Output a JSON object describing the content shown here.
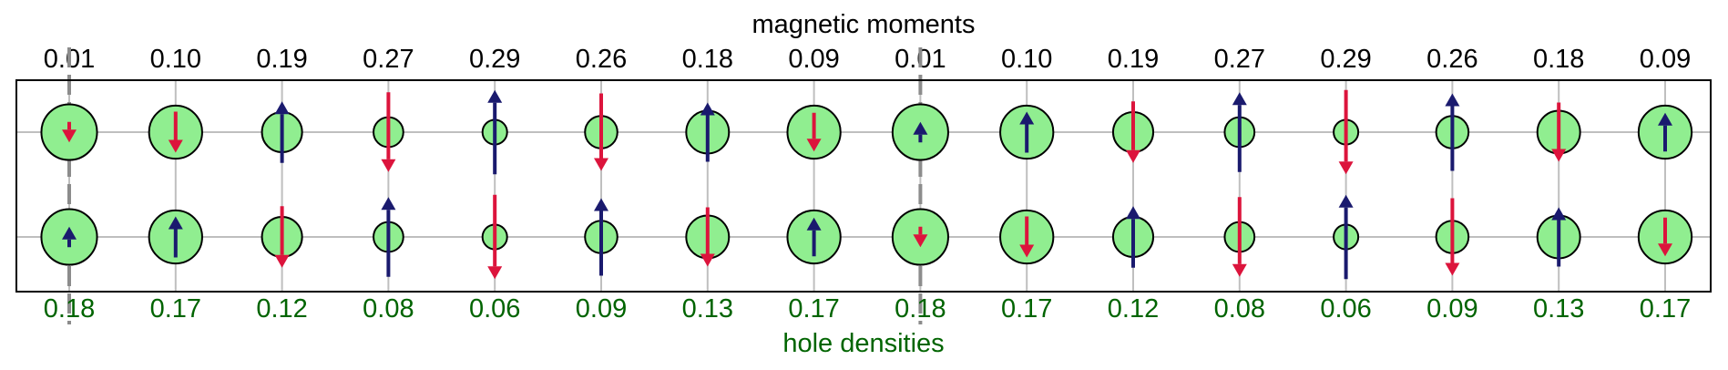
{
  "title_top": "magnetic moments",
  "title_bottom": "hole densities",
  "colors": {
    "site_fill": "#90ee90",
    "spin_up": "#1a1a6e",
    "spin_down": "#dc143c",
    "hole_text": "#006400",
    "grid": "#bfbfbf",
    "stripe": "#8c8c8c",
    "frame": "#000000"
  },
  "magnetic_moments": [
    "0.01",
    "0.10",
    "0.19",
    "0.27",
    "0.29",
    "0.26",
    "0.18",
    "0.09",
    "0.01",
    "0.10",
    "0.19",
    "0.27",
    "0.29",
    "0.26",
    "0.18",
    "0.09"
  ],
  "hole_densities": [
    "0.18",
    "0.17",
    "0.12",
    "0.08",
    "0.06",
    "0.09",
    "0.13",
    "0.17",
    "0.18",
    "0.17",
    "0.12",
    "0.08",
    "0.06",
    "0.09",
    "0.13",
    "0.17"
  ],
  "rows": [
    {
      "spins": [
        "down",
        "down",
        "up",
        "down",
        "up",
        "down",
        "up",
        "down",
        "up",
        "up",
        "down",
        "up",
        "down",
        "up",
        "down",
        "up"
      ],
      "moment": [
        0.01,
        0.1,
        0.19,
        0.27,
        0.29,
        0.26,
        0.18,
        0.09,
        0.01,
        0.1,
        0.19,
        0.27,
        0.29,
        0.26,
        0.18,
        0.09
      ],
      "hole": [
        0.18,
        0.17,
        0.12,
        0.08,
        0.06,
        0.09,
        0.13,
        0.17,
        0.18,
        0.17,
        0.12,
        0.08,
        0.06,
        0.09,
        0.13,
        0.17
      ]
    },
    {
      "spins": [
        "up",
        "up",
        "down",
        "up",
        "down",
        "up",
        "down",
        "up",
        "down",
        "down",
        "up",
        "down",
        "up",
        "down",
        "up",
        "down"
      ],
      "moment": [
        0.01,
        0.1,
        0.19,
        0.27,
        0.29,
        0.26,
        0.18,
        0.09,
        0.01,
        0.1,
        0.19,
        0.27,
        0.29,
        0.26,
        0.18,
        0.09
      ],
      "hole": [
        0.18,
        0.17,
        0.12,
        0.08,
        0.06,
        0.09,
        0.13,
        0.17,
        0.18,
        0.17,
        0.12,
        0.08,
        0.06,
        0.09,
        0.13,
        0.17
      ]
    }
  ],
  "stripe_columns": [
    0,
    8
  ]
}
